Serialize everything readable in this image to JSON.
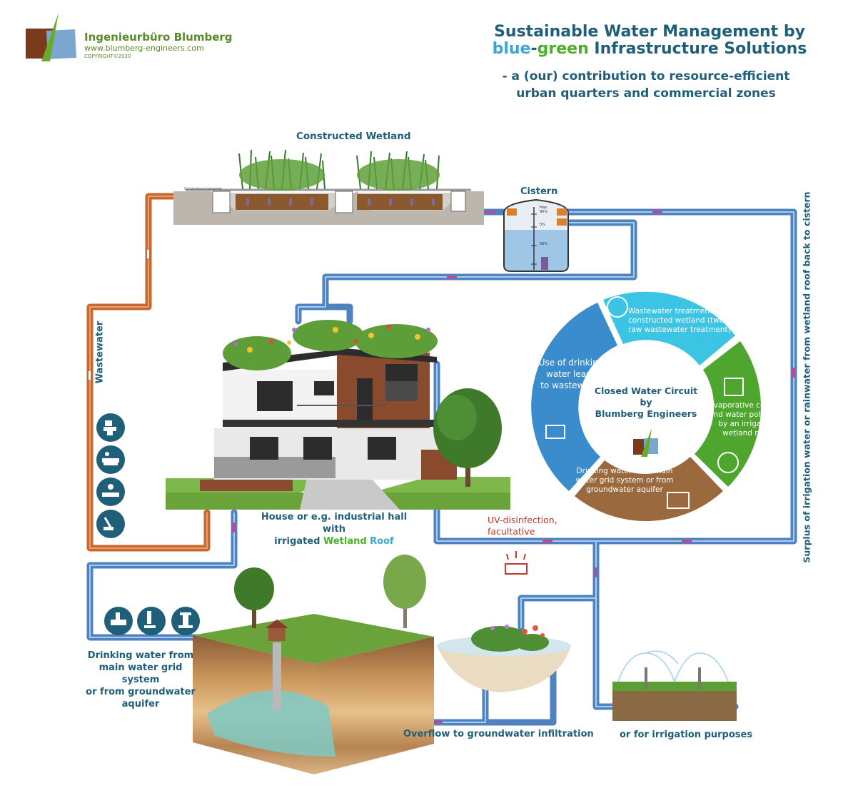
{
  "logo": {
    "name": "Ingenieurbüro Blumberg",
    "url": "www.blumberg-engineers.com",
    "copyright": "COPYRIGHT©2020"
  },
  "title": {
    "line1": "Sustainable Water Management by",
    "blue": "blue",
    "dash": "-",
    "green": "green",
    "rest": " Infrastructure Solutions"
  },
  "subtitle": {
    "line1": "- a (our) contribution to resource-efficient",
    "line2": "urban quarters and commercial zones"
  },
  "labels": {
    "constructed_wetland": "Constructed Wetland",
    "cistern": "Cistern",
    "wastewater": "Wastewater",
    "surplus": "Surplus of irrigation water or rainwater from wetland roof back to cistern",
    "house_line1": "House or e.g. industrial hall with",
    "house_prefix": "irrigated ",
    "house_wetland": "Wetland",
    "house_roof": " Roof",
    "uv_line1": "UV-disinfection,",
    "uv_line2": "facultative",
    "drinking_l1": "Drinking water from",
    "drinking_l2": "main water grid system",
    "drinking_l3": "or from  groundwater",
    "drinking_l4": "aquifer",
    "overflow": "Overflow to groundwater infiltration",
    "irrigation": "or for irrigation purposes"
  },
  "cycle": {
    "center_l1": "Closed Water Circuit",
    "center_l2": "by",
    "center_l3": "Blumberg Engineers",
    "seg_wastewater": {
      "l1": "Wastewater treatment by",
      "l2": "constructed wetland (two-step",
      "l3": "raw wastewater  treatment)"
    },
    "seg_evaporative": {
      "l1": "Evaporative cooling",
      "l2": "and water polishing",
      "l3": "by an irrigated",
      "l4": "wetland roof"
    },
    "seg_drinking": {
      "l1": "Drinking water from main",
      "l2": "water grid system or from",
      "l3": "groundwater aquifer"
    },
    "seg_use": {
      "l1": "Use of drinking",
      "l2": "water leads",
      "l3": "to wastewater"
    }
  },
  "cistern_marks": {
    "m1": "Max",
    "m2": "90%",
    "m3": "50%",
    "m4": "5%"
  },
  "wetland_sign": "Schwimmschwimmer",
  "colors": {
    "pipe_blue": "#5b8fc9",
    "pipe_copper": "#c8672e",
    "title_navy": "#1f5f7a",
    "ring_cyan": "#3cc4e4",
    "ring_green": "#4ea62e",
    "ring_brown": "#9a6a3e",
    "ring_blue": "#3a8ccc"
  }
}
